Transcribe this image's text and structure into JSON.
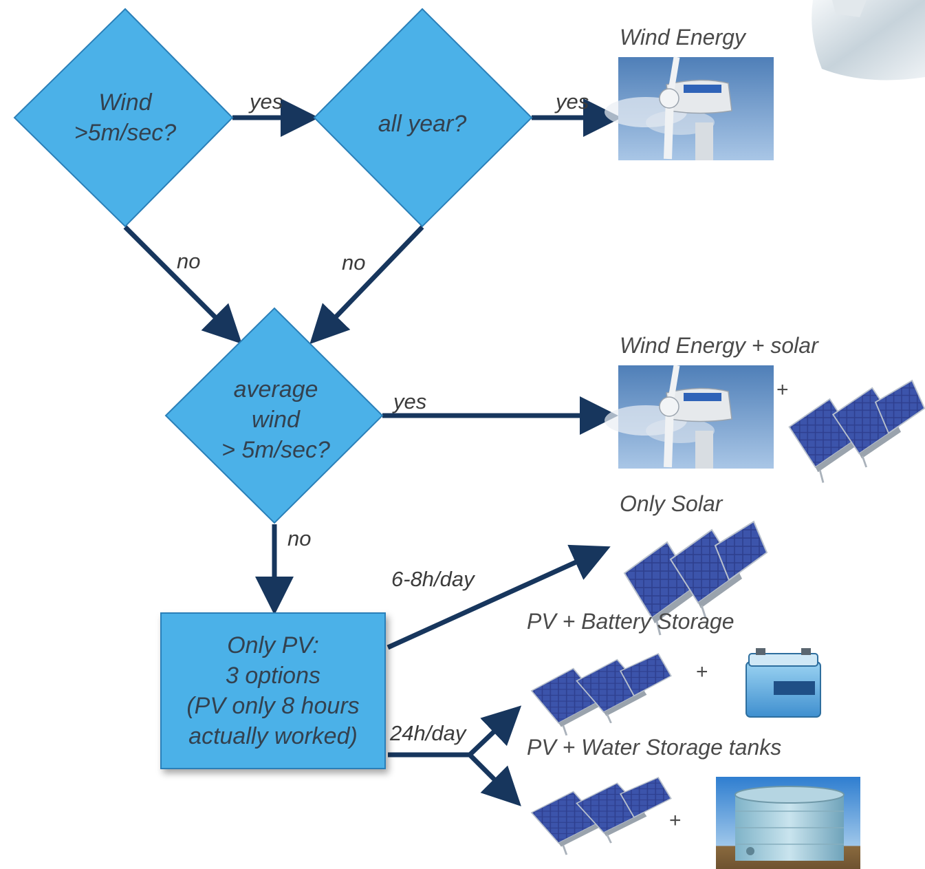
{
  "colors": {
    "node_fill": "#4bb1e8",
    "node_stroke": "#2a7fb8",
    "arrow": "#17365d",
    "text": "#33414f"
  },
  "nodes": {
    "wind_check": [
      "Wind",
      ">5m/sec?"
    ],
    "all_year": "all year?",
    "average_wind": [
      "average",
      "wind",
      "> 5m/sec?"
    ],
    "only_pv": [
      "Only PV:",
      "3 options",
      "(PV only 8 hours",
      "actually worked)"
    ]
  },
  "edges": {
    "wind_yes": "yes",
    "all_year_yes": "yes",
    "wind_no": "no",
    "all_year_no": "no",
    "average_yes": "yes",
    "average_no": "no",
    "pv_day": "6-8h/day",
    "pv_24": "24h/day"
  },
  "results": {
    "wind_energy": "Wind Energy",
    "wind_solar": "Wind Energy + solar",
    "only_solar": "Only Solar",
    "pv_battery": "PV + Battery Storage",
    "pv_water": "PV + Water Storage tanks"
  },
  "plus_signs": [
    "+",
    "+",
    "+"
  ],
  "images": [
    "wind-turbine",
    "wind-turbine",
    "solar-panels",
    "solar-panels",
    "solar-panels",
    "car-battery",
    "solar-panels",
    "water-storage-tank",
    "glass-fragment"
  ]
}
